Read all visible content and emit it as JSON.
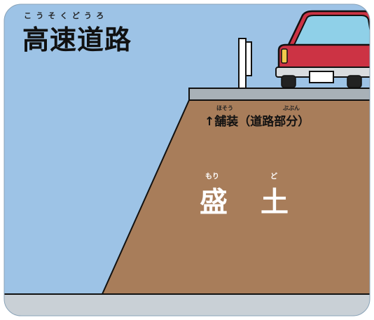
{
  "title": {
    "text": "高速道路",
    "ruby": "こうそくどうろ"
  },
  "pavement": {
    "arrow": "↑",
    "label": "舗装（道路部分）",
    "ruby_hosou": "ほそう",
    "ruby_bubun": "ぶぶん"
  },
  "embankment": {
    "char1": "盛",
    "char2": "土",
    "ruby_mori": "もり",
    "ruby_do": "ど"
  },
  "colors": {
    "sky": "#9dc3e6",
    "embankment": "#a87d5a",
    "pavement": "#a8b1b7",
    "ground": "#c9d0d6",
    "car_body": "#cc3344",
    "car_glass": "#8fd0e8",
    "outline": "#111111"
  }
}
